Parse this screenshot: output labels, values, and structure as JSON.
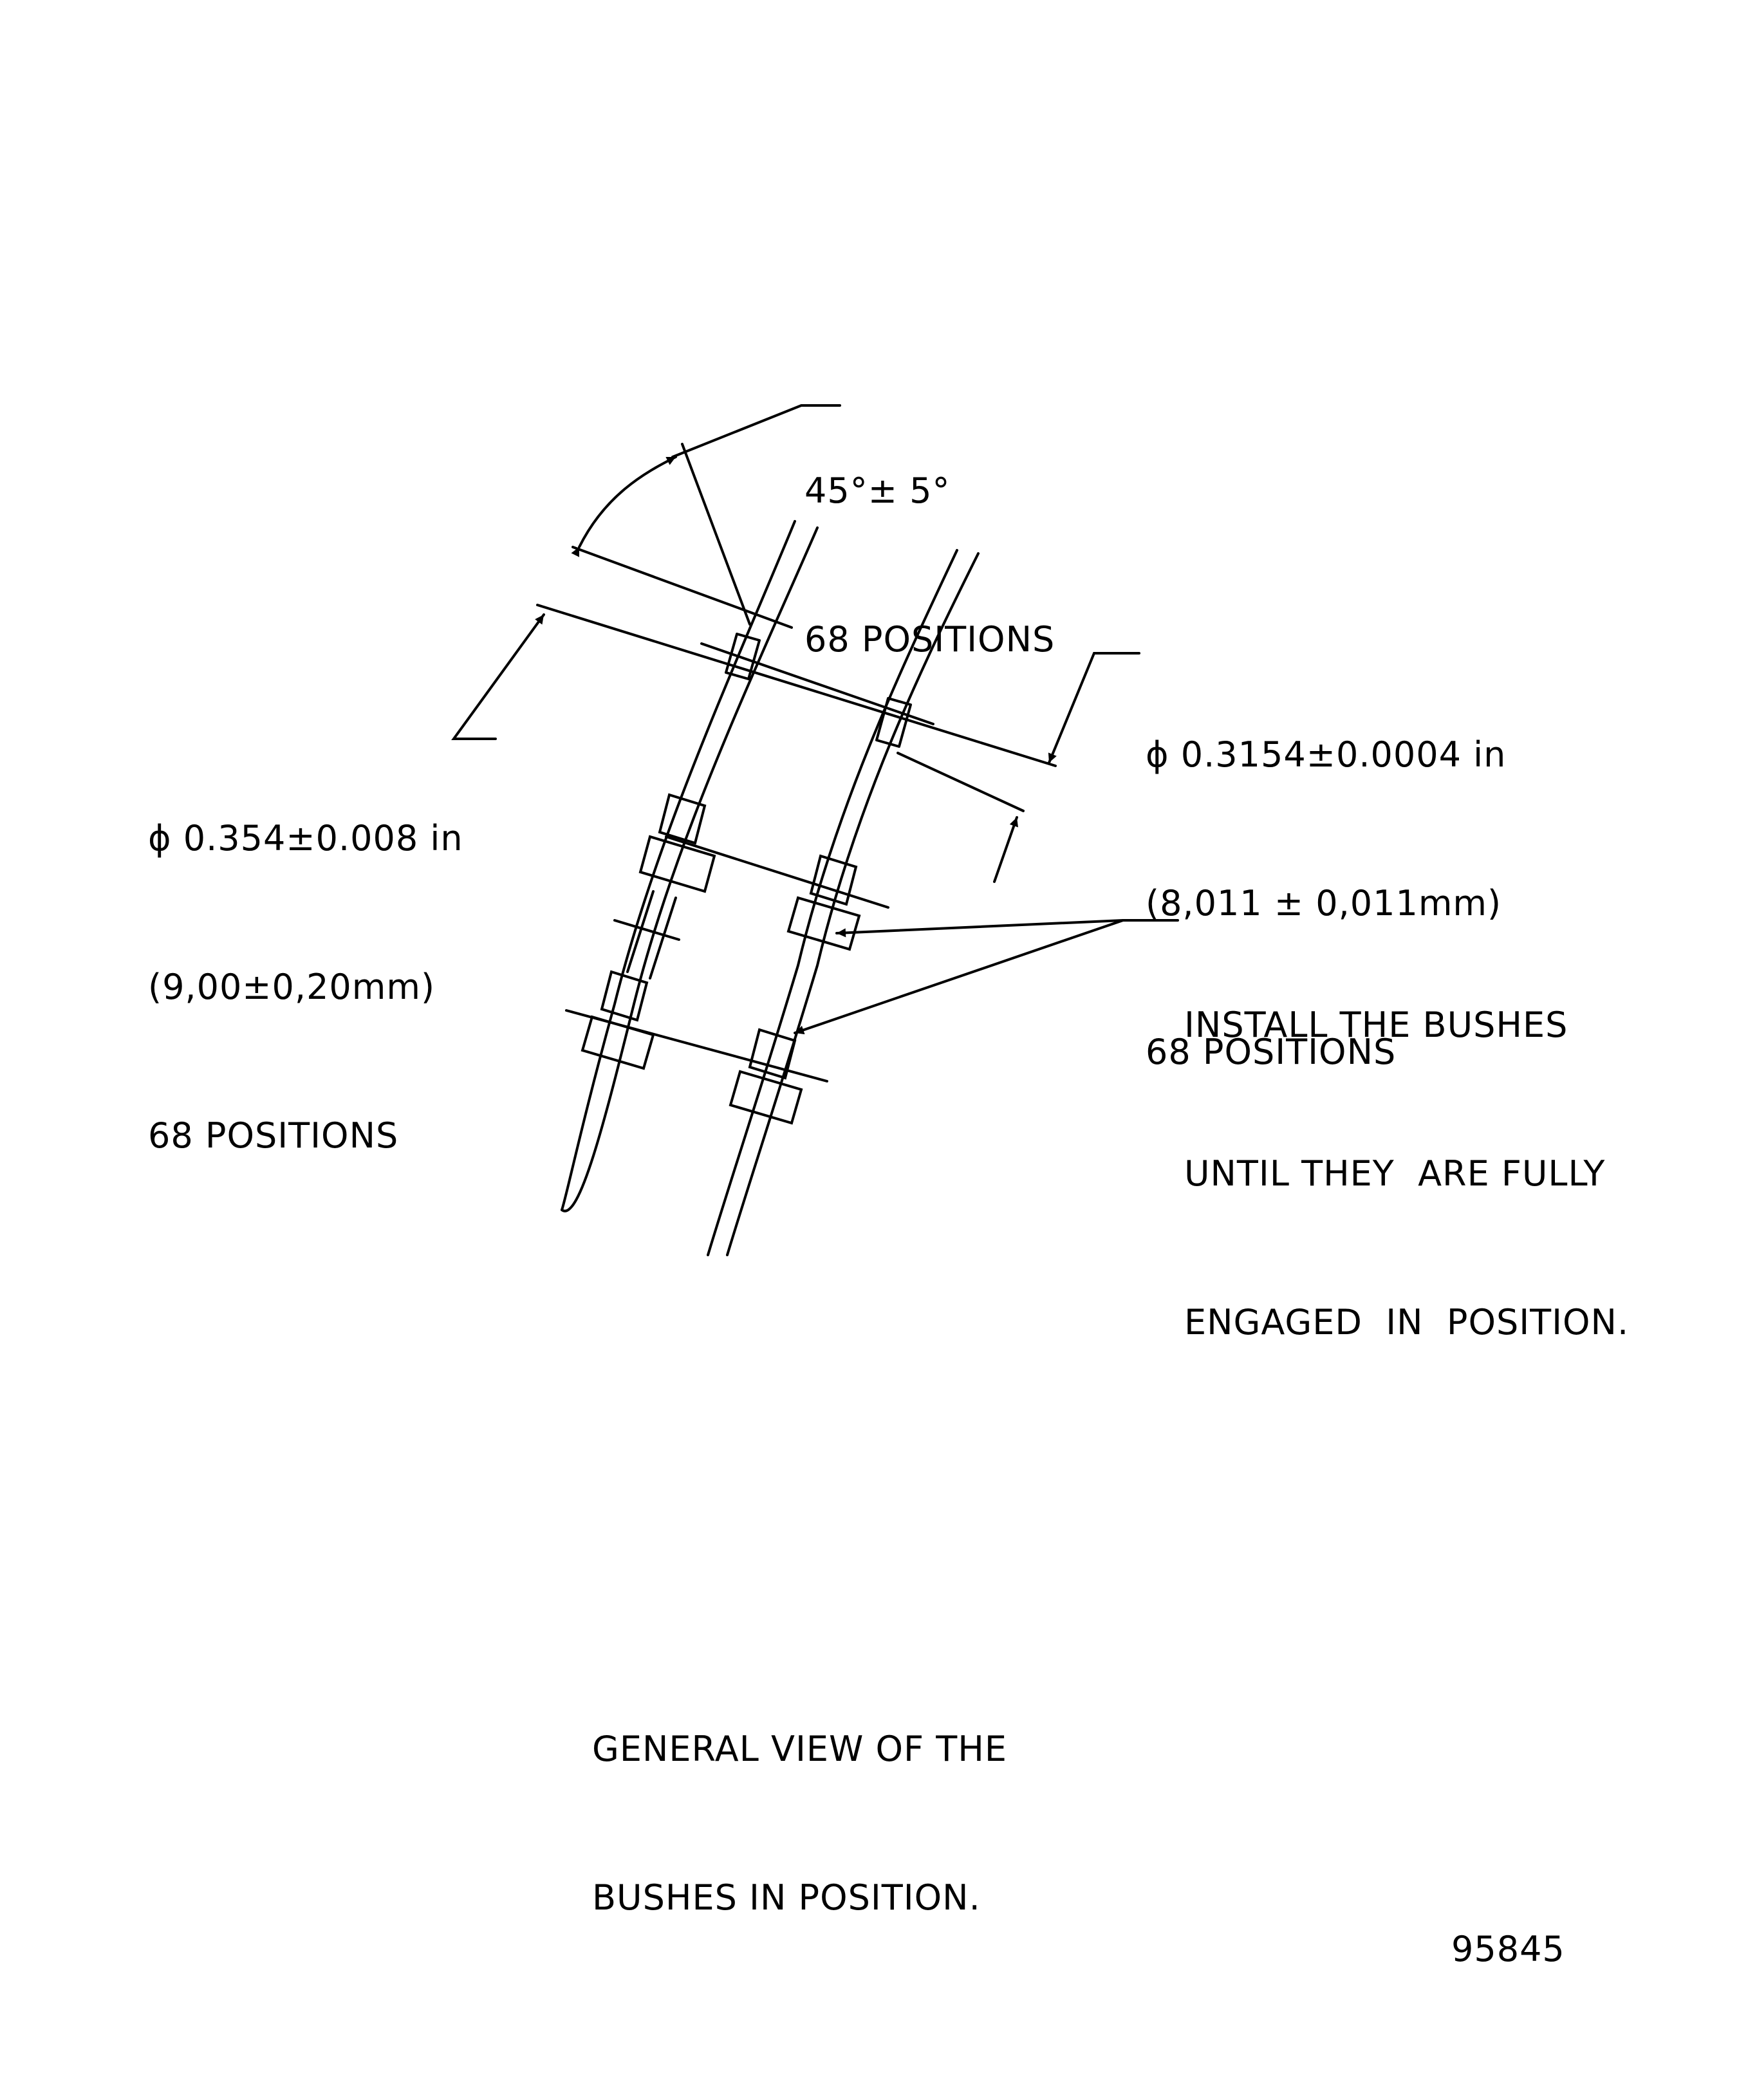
{
  "angle_callout": {
    "line1": "45°± 5°",
    "line2": "68 POSITIONS"
  },
  "left_dimension": {
    "line1": "ϕ 0.354±0.008 in",
    "line2": "(9,00±0,20mm)",
    "line3": "68 POSITIONS"
  },
  "right_dimension": {
    "line1": "ϕ 0.3154±0.0004 in",
    "line2": "(8,011 ± 0,011mm)",
    "line3": "68 POSITIONS"
  },
  "install_note": {
    "line1": "INSTALL THE BUSHES",
    "line2": "UNTIL THEY  ARE FULLY",
    "line3": "ENGAGED  IN  POSITION."
  },
  "caption": {
    "line1": "GENERAL VIEW OF THE",
    "line2": "BUSHES IN POSITION."
  },
  "figure_number": "95845",
  "colors": {
    "ink": "#000000",
    "paper": "#ffffff"
  }
}
